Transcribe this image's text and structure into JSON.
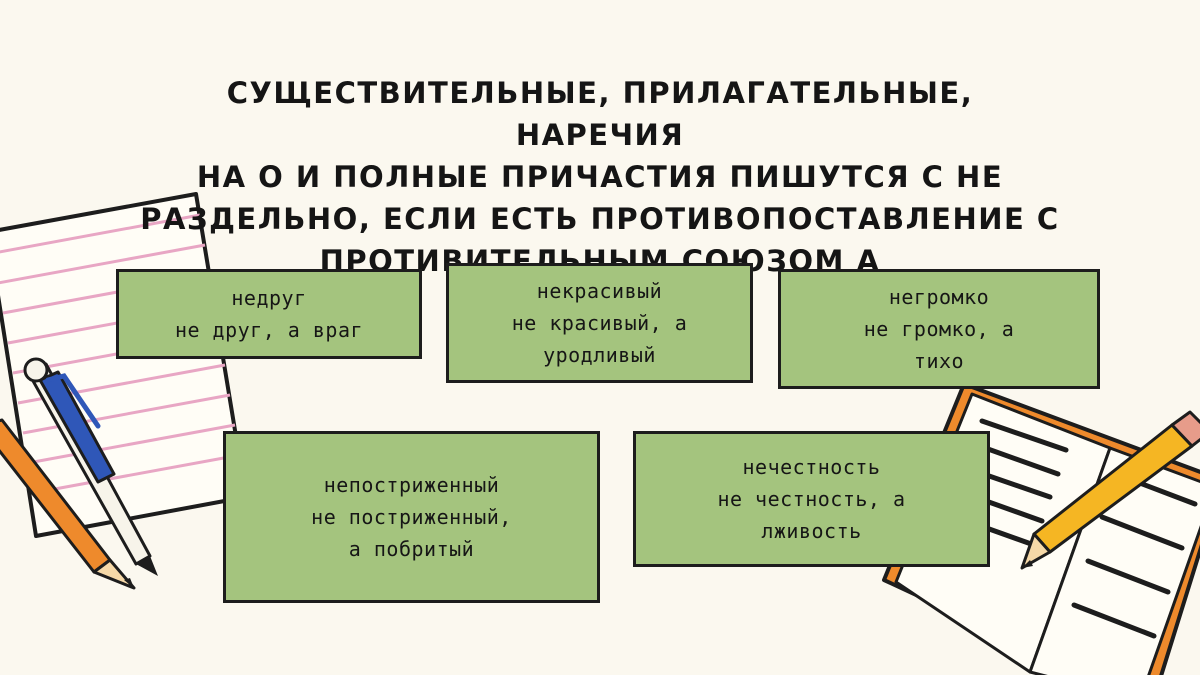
{
  "title": {
    "lines": [
      "СУЩЕСТВИТЕЛЬНЫЕ, ПРИЛАГАТЕЛЬНЫЕ, НАРЕЧИЯ",
      "НА О И ПОЛНЫЕ ПРИЧАСТИЯ ПИШУТСЯ С НЕ",
      "РАЗДЕЛЬНО, ЕСЛИ ЕСТЬ ПРОТИВОПОСТАВЛЕНИЕ С",
      "ПРОТИВИТЕЛЬНЫМ СОЮЗОМ А"
    ]
  },
  "cards": [
    {
      "lines": [
        "недруг",
        "не друг, а враг"
      ]
    },
    {
      "lines": [
        "некрасивый",
        "не красивый, а",
        "уродливый"
      ]
    },
    {
      "lines": [
        "негромко",
        "не громко, а",
        "тихо"
      ]
    },
    {
      "lines": [
        "непостриженный",
        "не постриженный,",
        "а побритый"
      ]
    },
    {
      "lines": [
        "нечестность",
        "не честность, а",
        "лживость"
      ]
    }
  ],
  "colors": {
    "background": "#fbf8ef",
    "card_fill": "#a4c47e",
    "card_border": "#1d1d1d",
    "paper_lines": "#e8a6c4",
    "pen_blue": "#2f57b8",
    "pencil_orange": "#ee8a2c",
    "pencil_yellow": "#f5b623",
    "book_cover": "#ee8a2c"
  },
  "icons": [
    "lined-notepad-icon",
    "blue-pen-icon",
    "orange-pencil-icon",
    "open-book-icon",
    "yellow-pencil-icon"
  ]
}
